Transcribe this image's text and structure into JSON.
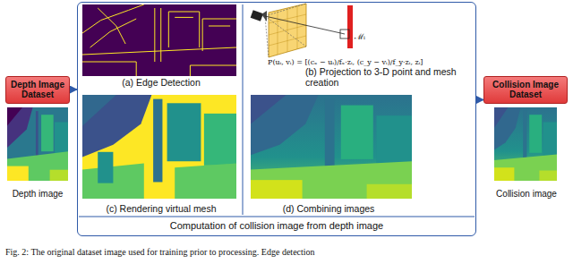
{
  "diagram": {
    "caption": "Fig. 2: The original dataset image used for training prior to processing. Edge detection",
    "nodes": [
      {
        "text": [
          "Depth Image Dataset"
        ]
      },
      {
        "text": [
          "Computation of collision image from depth image"
        ]
      },
      {
        "text": [
          "(a) Edge Detection"
        ],
        "in": 1
      },
      {
        "text": [
          "(b) Projection to 3-D point and mesh creation"
        ],
        "in": 1
      },
      {
        "text": [
          "(c) Rendering virtual mesh"
        ],
        "in": 1
      },
      {
        "text": [
          "(d) Combining images"
        ],
        "in": 1
      },
      {
        "text": [
          "Collision Image Dataset"
        ]
      }
    ],
    "edges": [
      {
        "from": 0,
        "to": 1,
        "arrow": "to"
      },
      {
        "from": 1,
        "to": 6,
        "arrow": "to"
      }
    ],
    "labels": [
      "Depth image",
      "Collision image",
      "P(uᵢ, vᵢ) = [(cₓ − uᵢ)/fₓ·zᵢ, (c_y − vᵢ)/f_y·zᵢ, zᵢ]",
      "ℳᵢ"
    ]
  }
}
